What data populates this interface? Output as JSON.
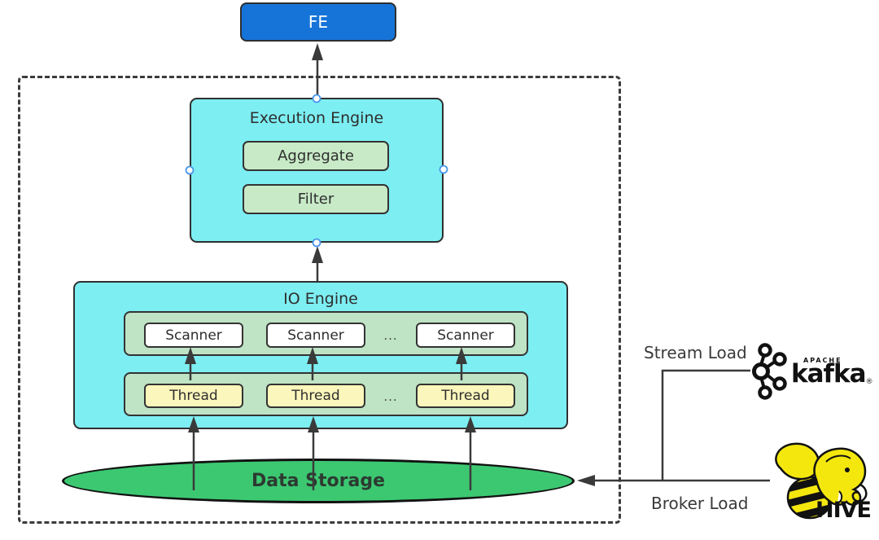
{
  "nodes": {
    "fe": {
      "label": "FE"
    },
    "execution_engine": {
      "title": "Execution Engine",
      "operators": [
        "Aggregate",
        "Filter"
      ]
    },
    "io_engine": {
      "title": "IO Engine",
      "scanners": [
        "Scanner",
        "Scanner",
        "Scanner"
      ],
      "threads": [
        "Thread",
        "Thread",
        "Thread"
      ],
      "ellipsis": "..."
    },
    "data_storage": {
      "label": "Data Storage"
    }
  },
  "annotations": {
    "stream_load": "Stream Load",
    "broker_load": "Broker Load"
  },
  "logos": {
    "kafka": {
      "apache": "APACHE",
      "name": "kafka",
      "registered": "®"
    },
    "hive": {
      "name": "HIVE"
    }
  },
  "colors": {
    "fe-blue": "#1674d9",
    "cyan": "#7deef2",
    "row-green": "#bfe3c5",
    "sub-green": "#c8eac7",
    "thread-yellow": "#fbf6bb",
    "storage-green": "#3cc871",
    "line": "#3a3a3a",
    "text": "#2e2e2e",
    "handle": "#4a97ea"
  }
}
